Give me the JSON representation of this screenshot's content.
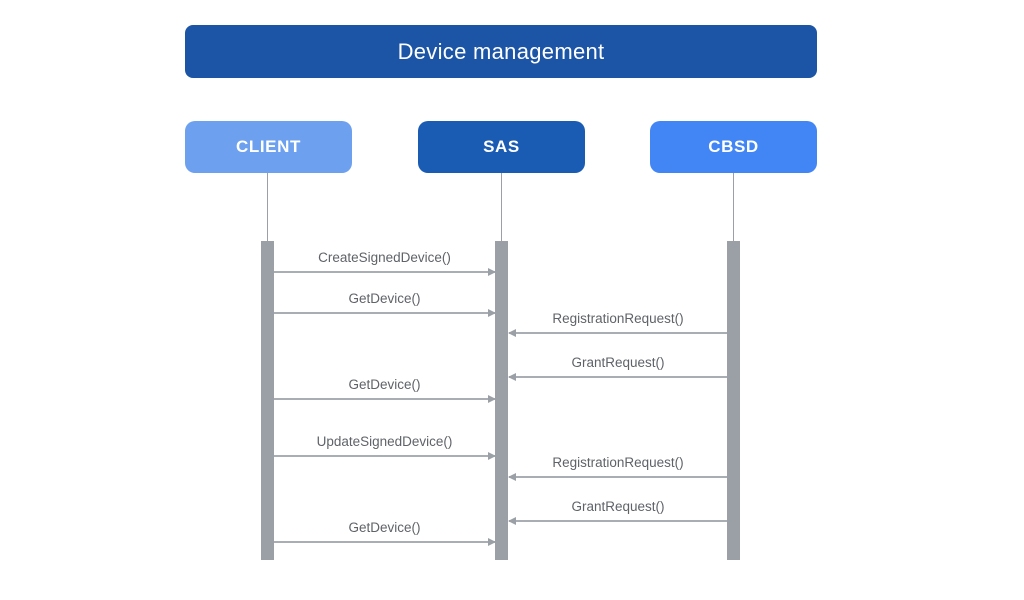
{
  "diagram": {
    "title": "Device management",
    "type": "sequence-diagram",
    "actors": [
      {
        "name": "CLIENT"
      },
      {
        "name": "SAS"
      },
      {
        "name": "CBSD"
      }
    ],
    "messages": [
      {
        "label": "CreateSignedDevice()",
        "from": "CLIENT",
        "to": "SAS"
      },
      {
        "label": "GetDevice()",
        "from": "CLIENT",
        "to": "SAS"
      },
      {
        "label": "RegistrationRequest()",
        "from": "CBSD",
        "to": "SAS"
      },
      {
        "label": "GrantRequest()",
        "from": "CBSD",
        "to": "SAS"
      },
      {
        "label": "GetDevice()",
        "from": "CLIENT",
        "to": "SAS"
      },
      {
        "label": "UpdateSignedDevice()",
        "from": "CLIENT",
        "to": "SAS"
      },
      {
        "label": "RegistrationRequest()",
        "from": "CBSD",
        "to": "SAS"
      },
      {
        "label": "GrantRequest()",
        "from": "CBSD",
        "to": "SAS"
      },
      {
        "label": "GetDevice()",
        "from": "CLIENT",
        "to": "SAS"
      }
    ],
    "colors": {
      "title-bg": "#1C55A6",
      "title-text": "#FFFFFF",
      "client-bg": "#6DA0EE",
      "sas-bg": "#1A5BB4",
      "cbsd-bg": "#4285F4",
      "bar": "#9AA0A6",
      "arrow": "#9AA0A6",
      "arrow-line": "#A9AEB4",
      "label": "#5F6368"
    }
  }
}
